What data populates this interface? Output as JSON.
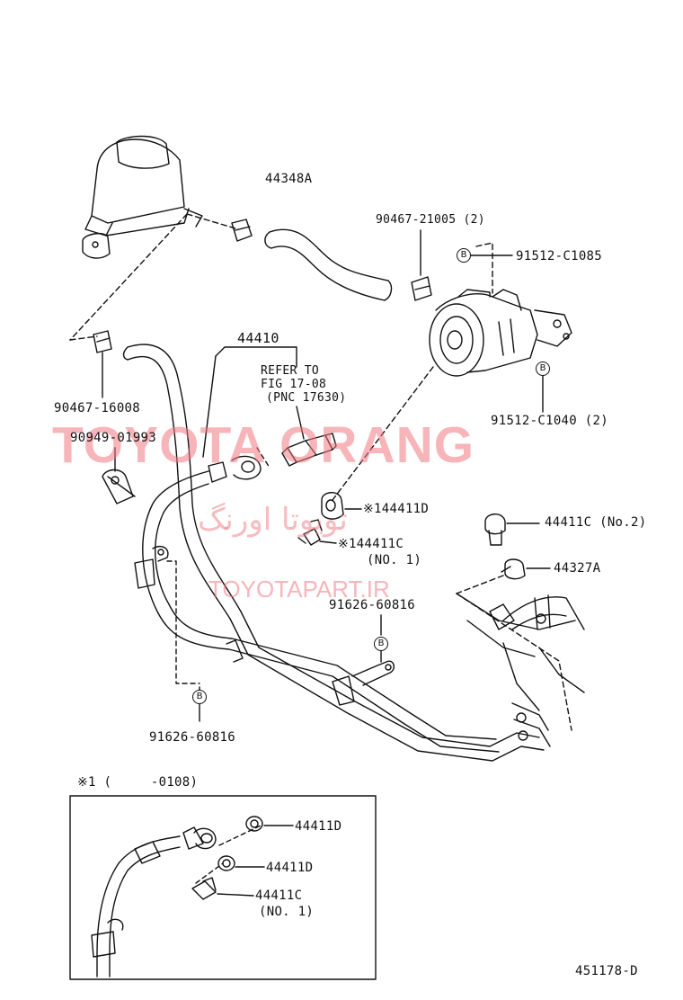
{
  "watermark": {
    "brand": "TOYOTA ORANG",
    "persian": "تویوتا اورنگ",
    "url": "TOYOTAPART.IR"
  },
  "parts": {
    "p44348A": "44348A",
    "p90467_21005": "90467-21005 (2)",
    "p91512_C1085": "91512-C1085",
    "p91512_C1040": "91512-C1040 (2)",
    "p44410": "44410",
    "refer": [
      "REFER TO",
      "FIG 17-08",
      "(PNC 17630)"
    ],
    "p90467_16008": "90467-16008",
    "p90949_01993": "90949-01993",
    "p44411D_main": "※144411D",
    "p44411C_main": "※144411C",
    "p44411C_main_sub": "(NO. 1)",
    "p44411C_no2": "44411C (No.2)",
    "p44327A": "44327A",
    "p91626_top": "91626-60816",
    "p91626_bottom": "91626-60816"
  },
  "badge_letter": "B",
  "inset": {
    "header": "※1 (     -0108)",
    "p44411D_a": "44411D",
    "p44411D_b": "44411D",
    "p44411C": "44411C",
    "p44411C_sub": "(NO. 1)"
  },
  "figure_number": "451178-D"
}
